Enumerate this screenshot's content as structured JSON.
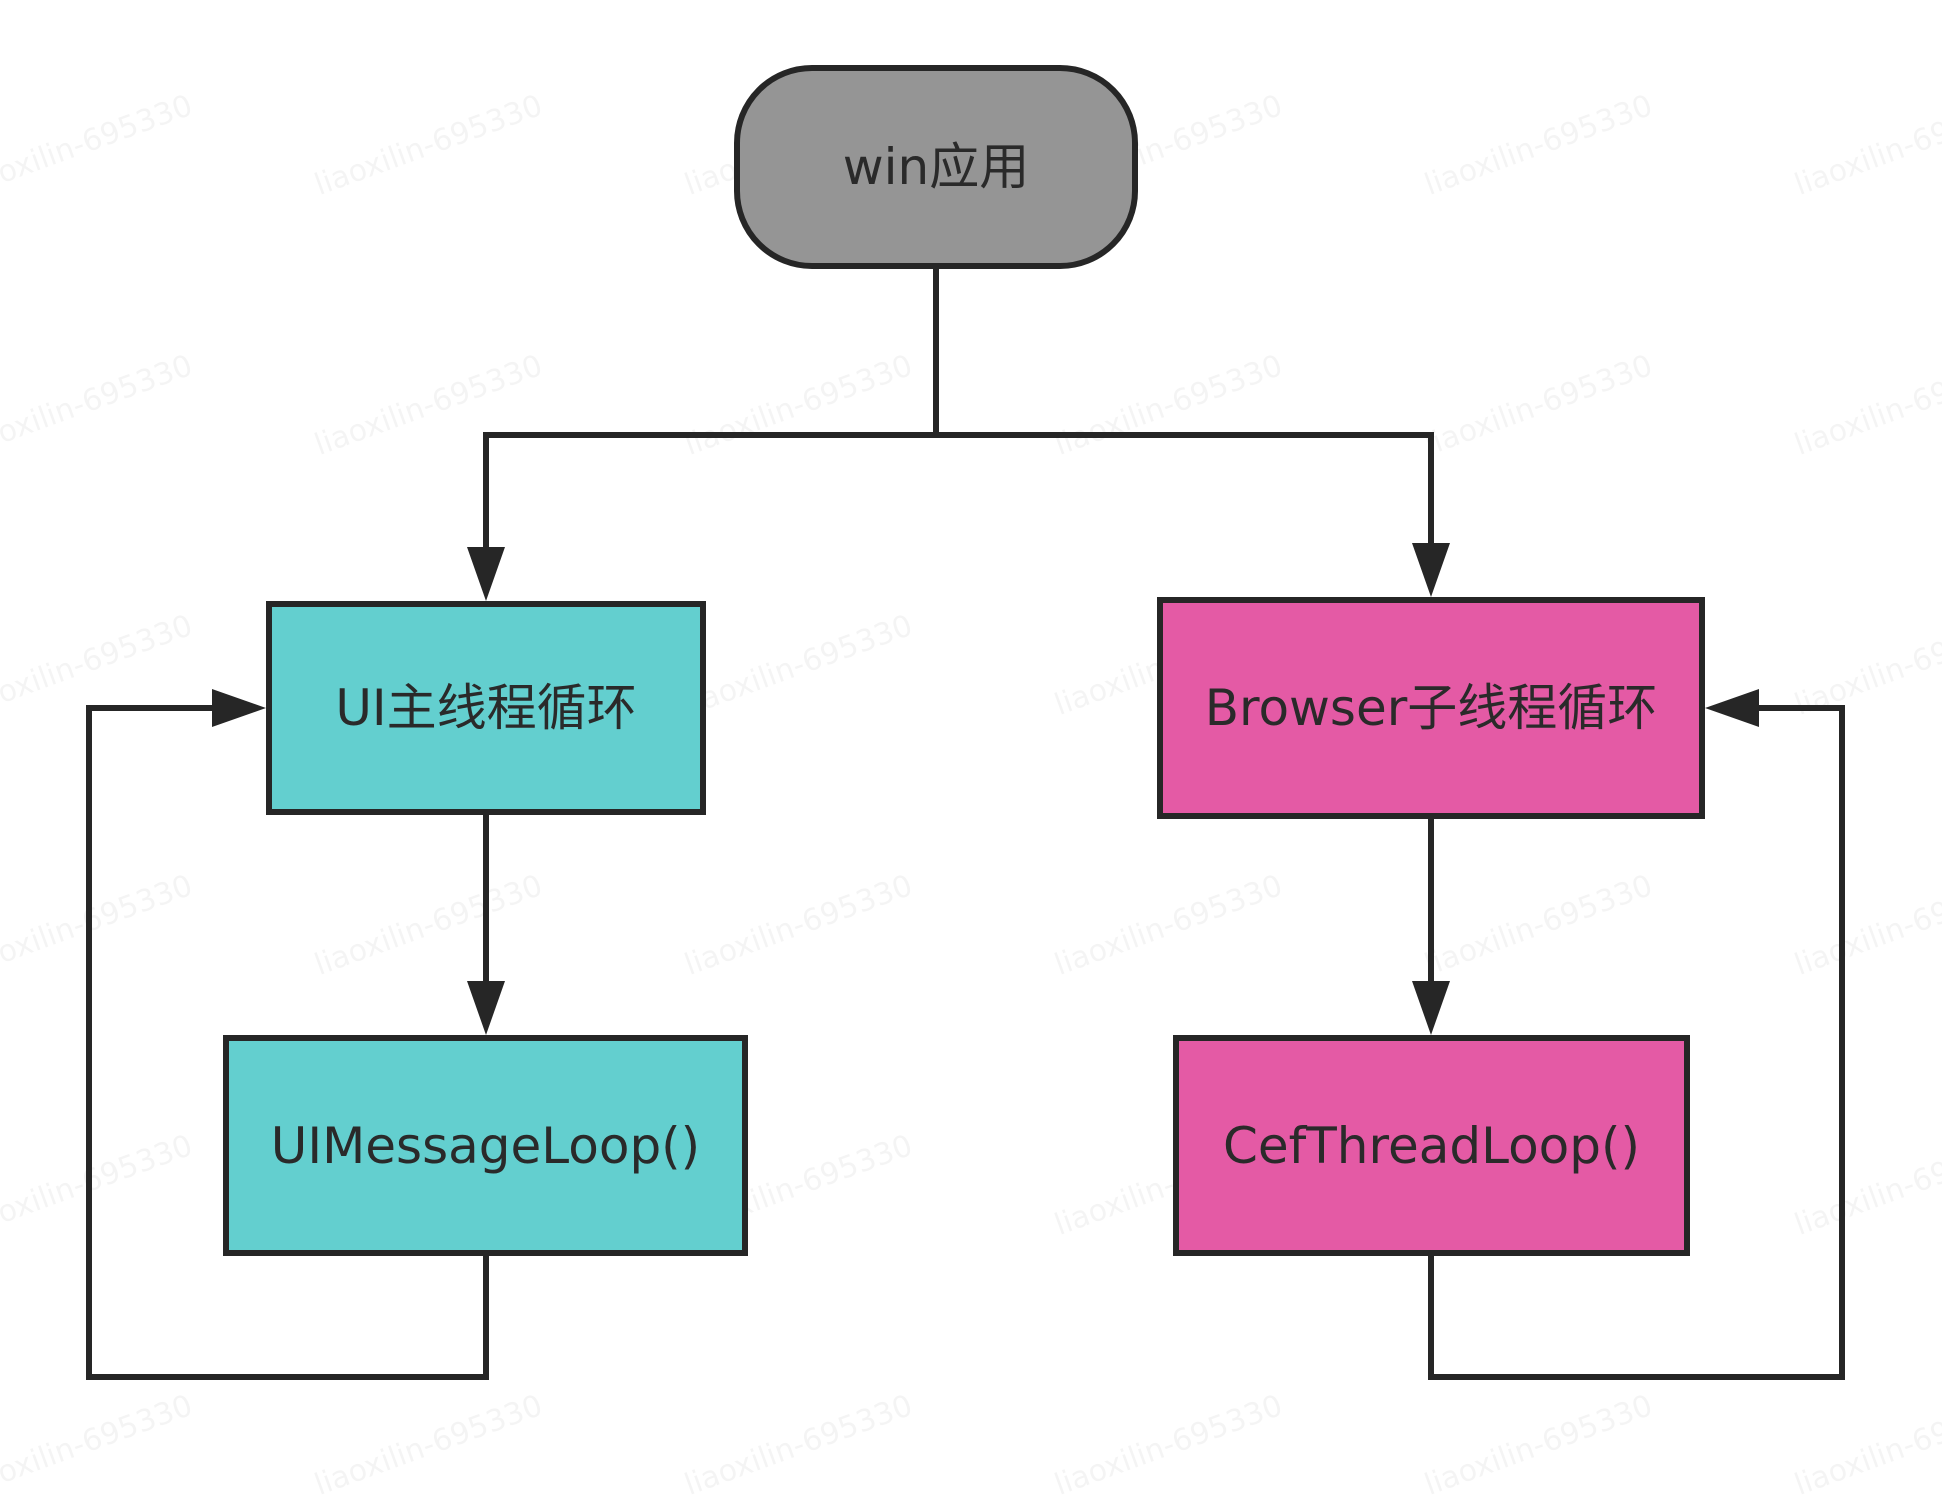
{
  "colors": {
    "root_fill": "#959595",
    "ui_fill": "#63cfcf",
    "browser_fill": "#e45aa5",
    "line": "#262626",
    "text": "#2a2a2a"
  },
  "nodes": {
    "root": {
      "label": "win应用"
    },
    "ui_main": {
      "label": "UI主线程循环"
    },
    "ui_loop": {
      "label": "UIMessageLoop()"
    },
    "browser_main": {
      "label": "Browser子线程循环"
    },
    "browser_loop": {
      "label": "CefThreadLoop()"
    }
  },
  "edges": [
    {
      "from": "root",
      "to": "ui_main"
    },
    {
      "from": "root",
      "to": "browser_main"
    },
    {
      "from": "ui_main",
      "to": "ui_loop"
    },
    {
      "from": "ui_loop",
      "to": "ui_main"
    },
    {
      "from": "browser_main",
      "to": "browser_loop"
    },
    {
      "from": "browser_loop",
      "to": "browser_main"
    }
  ],
  "watermark": {
    "text": "liaoxilin-695330"
  }
}
